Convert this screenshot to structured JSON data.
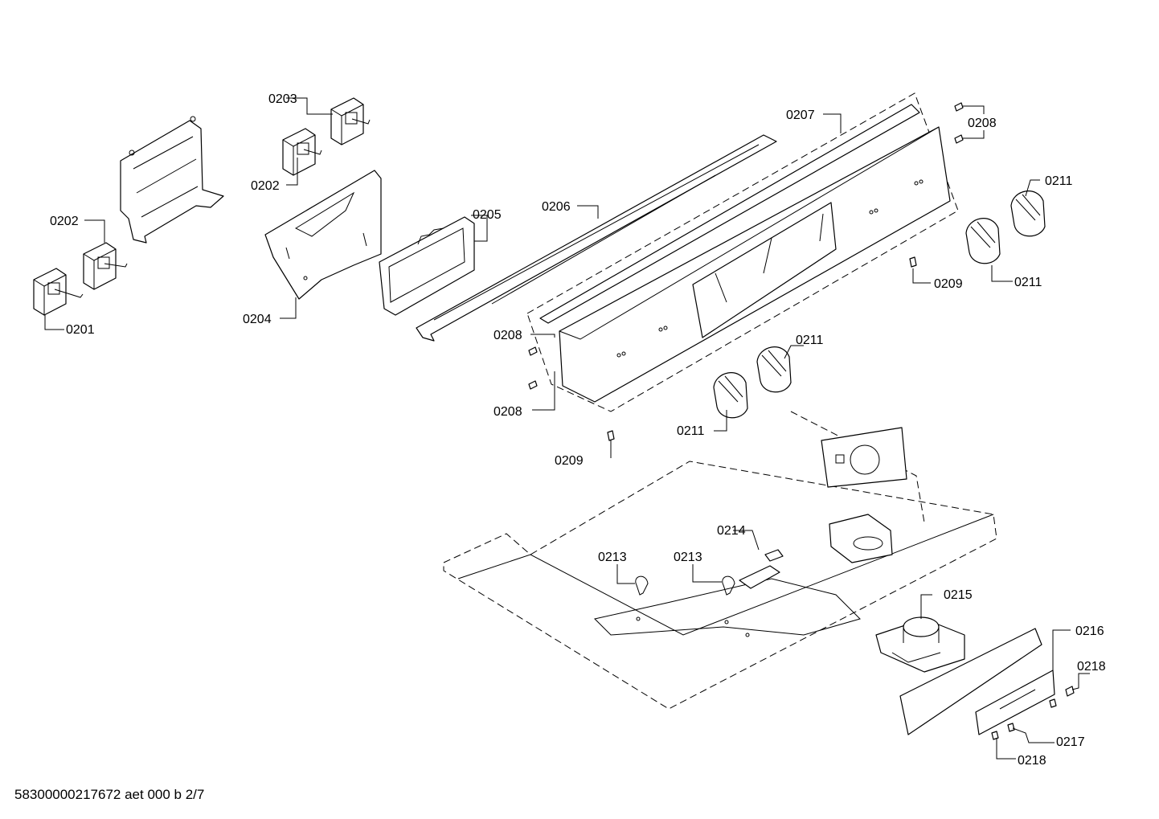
{
  "callouts": {
    "c0201": "0201",
    "c0202a": "0202",
    "c0202b": "0202",
    "c0203": "0203",
    "c0204": "0204",
    "c0205": "0205",
    "c0206": "0206",
    "c0207": "0207",
    "c0208a": "0208",
    "c0208b": "0208",
    "c0208c": "0208",
    "c0209a": "0209",
    "c0209b": "0209",
    "c0211a": "0211",
    "c0211b": "0211",
    "c0211c": "0211",
    "c0211d": "0211",
    "c0213a": "0213",
    "c0213b": "0213",
    "c0214": "0214",
    "c0215": "0215",
    "c0216": "0216",
    "c0217": "0217",
    "c0218a": "0218",
    "c0218b": "0218"
  },
  "footer": "58300000217672 aet 000 b 2/7"
}
